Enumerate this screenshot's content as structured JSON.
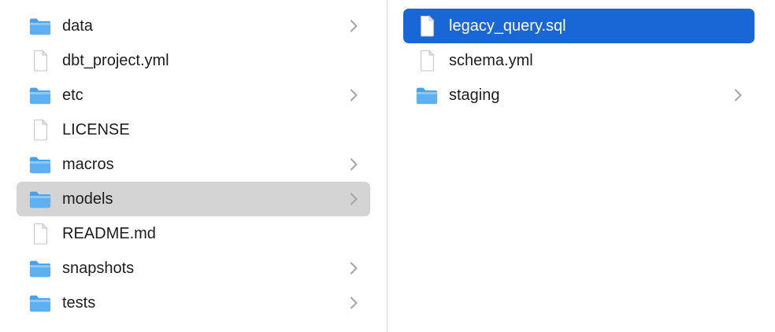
{
  "left_column": {
    "items": [
      {
        "label": "data",
        "type": "folder",
        "has_chevron": true,
        "selected": false
      },
      {
        "label": "dbt_project.yml",
        "type": "file",
        "has_chevron": false,
        "selected": false
      },
      {
        "label": "etc",
        "type": "folder",
        "has_chevron": true,
        "selected": false
      },
      {
        "label": "LICENSE",
        "type": "file",
        "has_chevron": false,
        "selected": false
      },
      {
        "label": "macros",
        "type": "folder",
        "has_chevron": true,
        "selected": false
      },
      {
        "label": "models",
        "type": "folder",
        "has_chevron": true,
        "selected": true
      },
      {
        "label": "README.md",
        "type": "file",
        "has_chevron": false,
        "selected": false
      },
      {
        "label": "snapshots",
        "type": "folder",
        "has_chevron": true,
        "selected": false
      },
      {
        "label": "tests",
        "type": "folder",
        "has_chevron": true,
        "selected": false
      }
    ]
  },
  "right_column": {
    "items": [
      {
        "label": "legacy_query.sql",
        "type": "file",
        "has_chevron": false,
        "selected": true
      },
      {
        "label": "schema.yml",
        "type": "file",
        "has_chevron": false,
        "selected": false
      },
      {
        "label": "staging",
        "type": "folder",
        "has_chevron": true,
        "selected": false
      }
    ]
  },
  "colors": {
    "selection_blue": "#1966d6",
    "selection_gray": "#d4d4d4",
    "folder_blue": "#5fb0f2",
    "folder_tab_blue": "#46a0ea",
    "chevron_gray": "#a6a6a6",
    "divider": "#d9d9d9",
    "text": "#1d1d1f"
  },
  "icons": {
    "folder": "folder-icon",
    "file": "document-icon",
    "chevron": "chevron-right-icon"
  }
}
